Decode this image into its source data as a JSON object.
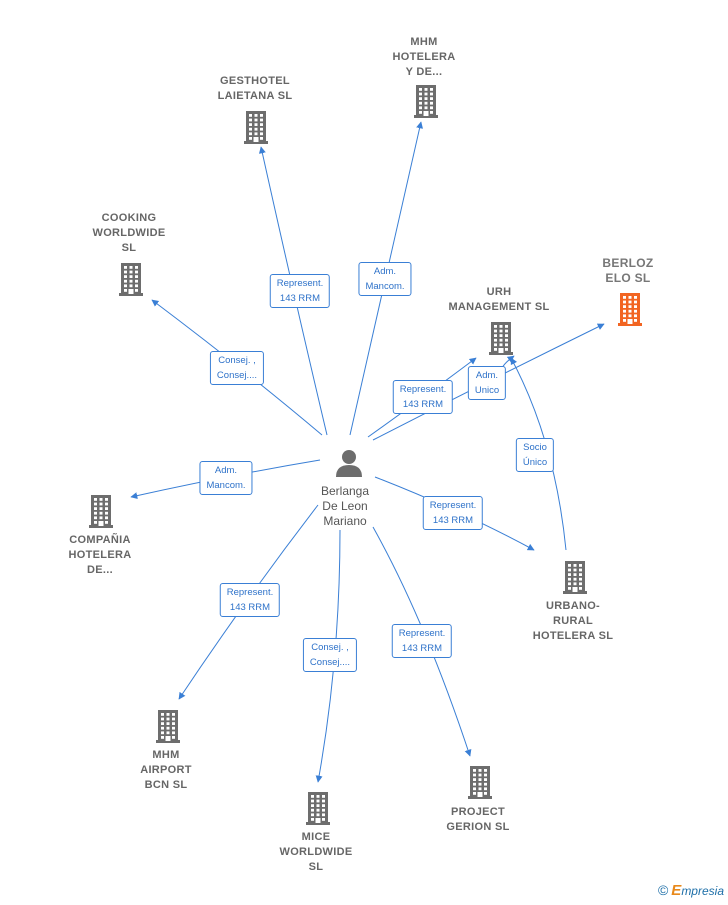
{
  "center": {
    "name": "Berlanga\nDe Leon\nMariano"
  },
  "companies": [
    {
      "id": "gesthotel",
      "name": "GESTHOTEL\nLAIETANA  SL",
      "highlight": false
    },
    {
      "id": "mhm-hotelera",
      "name": "MHM\nHOTELERA\nY DE...",
      "highlight": false
    },
    {
      "id": "cooking",
      "name": "COOKING\nWORLDWIDE\nSL",
      "highlight": false
    },
    {
      "id": "berlozelo",
      "name": "BERLOZ\nELO  SL",
      "highlight": true
    },
    {
      "id": "urh",
      "name": "URH\nMANAGEMENT SL",
      "highlight": false
    },
    {
      "id": "compania",
      "name": "COMPAÑIA\nHOTELERA\nDE...",
      "highlight": false
    },
    {
      "id": "urbano",
      "name": "URBANO-\nRURAL\nHOTELERA SL",
      "highlight": false
    },
    {
      "id": "mhm-airport",
      "name": "MHM\nAIRPORT\nBCN  SL",
      "highlight": false
    },
    {
      "id": "mice",
      "name": "MICE\nWORLDWIDE\nSL",
      "highlight": false
    },
    {
      "id": "project",
      "name": "PROJECT\nGERION  SL",
      "highlight": false
    }
  ],
  "relations": [
    {
      "id": "gesthotel",
      "label": "Represent.\n143 RRM"
    },
    {
      "id": "mhm-hotelera",
      "label": "Adm.\nMancom."
    },
    {
      "id": "cooking",
      "label": "Consej. ,\nConsej...."
    },
    {
      "id": "urh",
      "label": "Represent.\n143 RRM"
    },
    {
      "id": "urh-urbano",
      "label": "Adm.\nUnico"
    },
    {
      "id": "urbano-urh",
      "label": "Socio\nÚnico"
    },
    {
      "id": "compania",
      "label": "Adm.\nMancom."
    },
    {
      "id": "urbano",
      "label": "Represent.\n143 RRM"
    },
    {
      "id": "mhm-airport",
      "label": "Represent.\n143 RRM"
    },
    {
      "id": "mice",
      "label": "Consej. ,\nConsej...."
    },
    {
      "id": "project",
      "label": "Represent.\n143 RRM"
    }
  ],
  "colors": {
    "edge": "#3a7fd5",
    "building": "#6d6d6d",
    "building_highlight": "#f26522",
    "person": "#6d6d6d"
  },
  "brand": {
    "copyright": "©",
    "initial": "E",
    "rest": "mpresia"
  }
}
